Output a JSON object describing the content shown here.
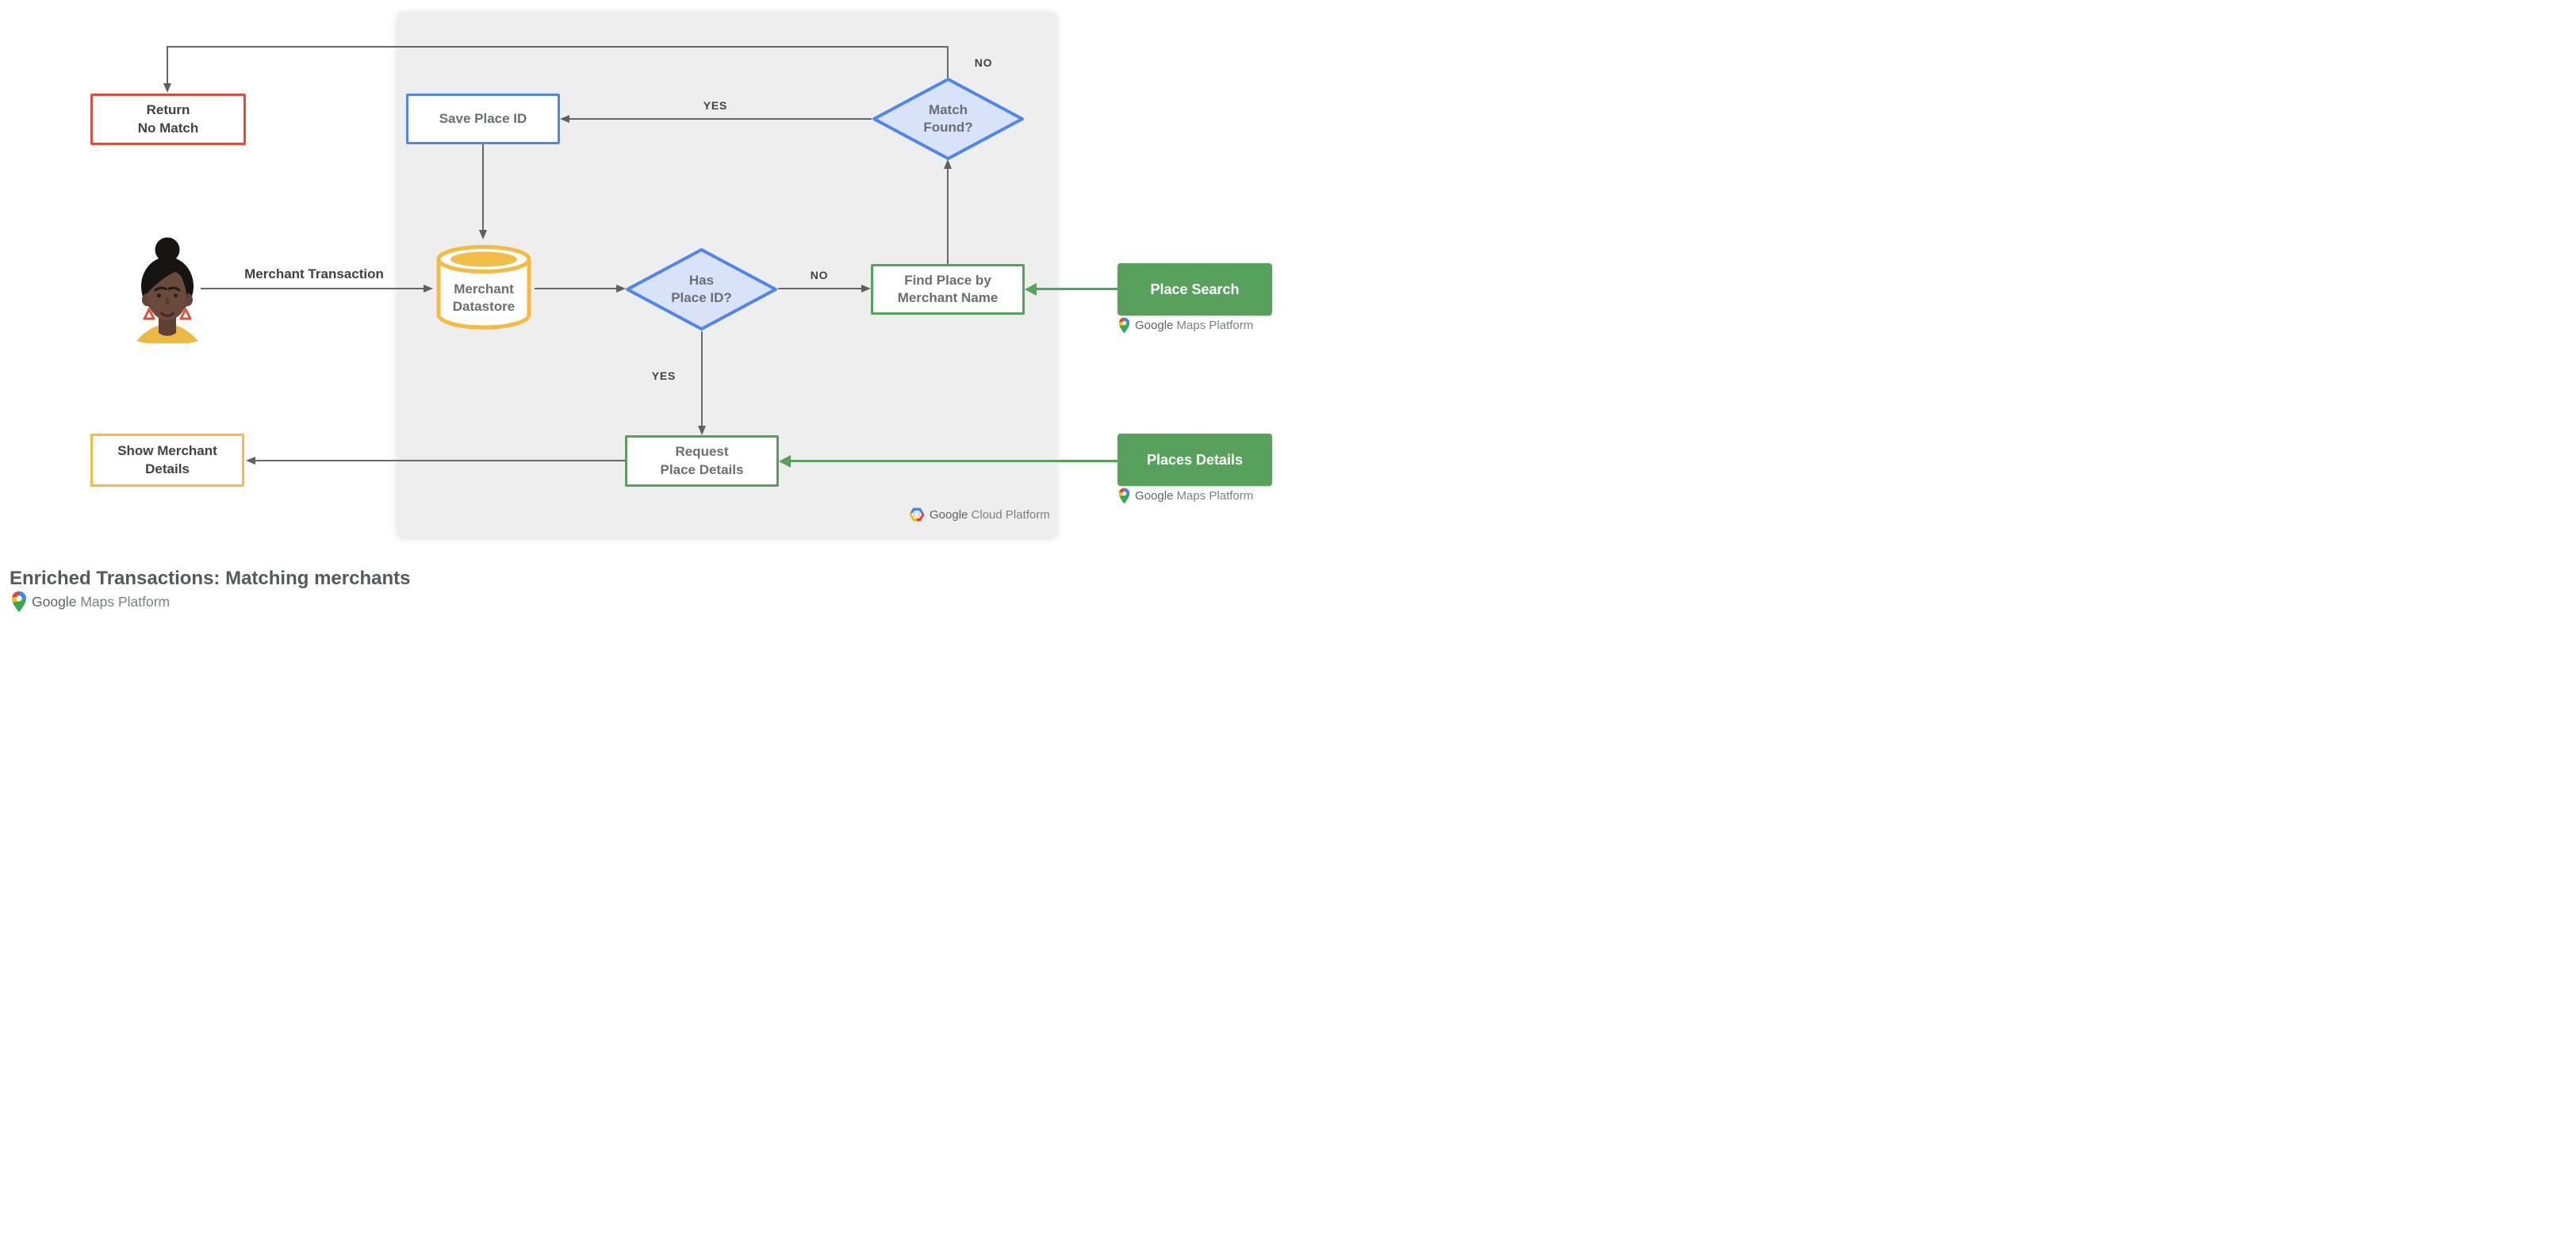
{
  "colors": {
    "red": "#E24A3A",
    "blue": "#4E86EC",
    "blue_fill": "#D8E2F9",
    "yellow": "#F4BA42",
    "green": "#57A15D",
    "panel_bg": "#EEEEEE",
    "arrow_gray": "#686868"
  },
  "nodes": {
    "return_no_match": {
      "label": "Return\nNo Match"
    },
    "save_place_id": {
      "label": "Save Place ID"
    },
    "merchant_datastore": {
      "label": "Merchant\nDatastore"
    },
    "has_place_id": {
      "label": "Has\nPlace ID?"
    },
    "match_found": {
      "label": "Match\nFound?"
    },
    "find_place_by_merchant_name": {
      "label": "Find Place by\nMerchant Name"
    },
    "request_place_details": {
      "label": "Request\nPlace Details"
    },
    "show_merchant_details": {
      "label": "Show Merchant\nDetails"
    },
    "place_search": {
      "label": "Place Search"
    },
    "places_details": {
      "label": "Places Details"
    }
  },
  "edge_labels": {
    "merchant_transaction": "Merchant Transaction",
    "match_no": "NO",
    "match_yes": "YES",
    "has_no": "NO",
    "has_yes": "YES"
  },
  "logos": {
    "maps_platform": {
      "google": "Google",
      "product": "Maps Platform"
    },
    "cloud_platform": {
      "google": "Google",
      "product": "Cloud Platform"
    }
  },
  "footer": {
    "title": "Enriched Transactions: Matching merchants"
  }
}
